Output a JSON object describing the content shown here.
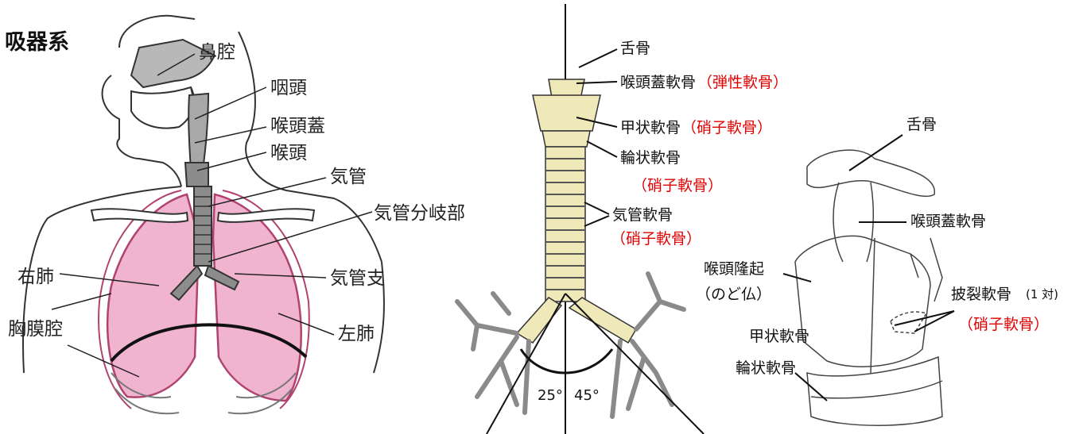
{
  "title": "吸器系",
  "left_figure": {
    "labels": {
      "nasal_cavity": "鼻腔",
      "pharynx": "咽頭",
      "epiglottis": "喉頭蓋",
      "larynx": "喉頭",
      "trachea": "気管",
      "tracheal_bifurcation": "気管分岐部",
      "right_lung": "右肺",
      "bronchus": "気管支",
      "pleural_cavity": "胸膜腔",
      "left_lung": "左肺"
    }
  },
  "middle_figure": {
    "labels": {
      "hyoid": "舌骨",
      "epiglottic_cartilage": "喉頭蓋軟骨",
      "epiglottic_cartilage_note": "（弾性軟骨）",
      "thyroid_cartilage": "甲状軟骨",
      "thyroid_cartilage_note": "（硝子軟骨）",
      "cricoid_cartilage": "輪状軟骨",
      "cricoid_cartilage_note": "（硝子軟骨）",
      "tracheal_cartilage": "気管軟骨",
      "tracheal_cartilage_note": "（硝子軟骨）"
    },
    "angles": {
      "right": "25°",
      "left": "45°"
    }
  },
  "right_figure": {
    "labels": {
      "hyoid": "舌骨",
      "epiglottic_cartilage": "喉頭蓋軟骨",
      "laryngeal_prominence": "喉頭隆起",
      "adams_apple": "（のど仏）",
      "arytenoid_cartilage": "披裂軟骨",
      "arytenoid_count": "(1 対)",
      "arytenoid_note": "（硝子軟骨）",
      "thyroid_cartilage": "甲状軟骨",
      "cricoid_cartilage": "輪状軟骨"
    }
  },
  "colors": {
    "accent_text": "#e00000",
    "lung": "#f0b4cf",
    "lung_outline": "#b0436f",
    "cartilage": "#efe8b8",
    "airway_gray": "#9a9a9a"
  }
}
